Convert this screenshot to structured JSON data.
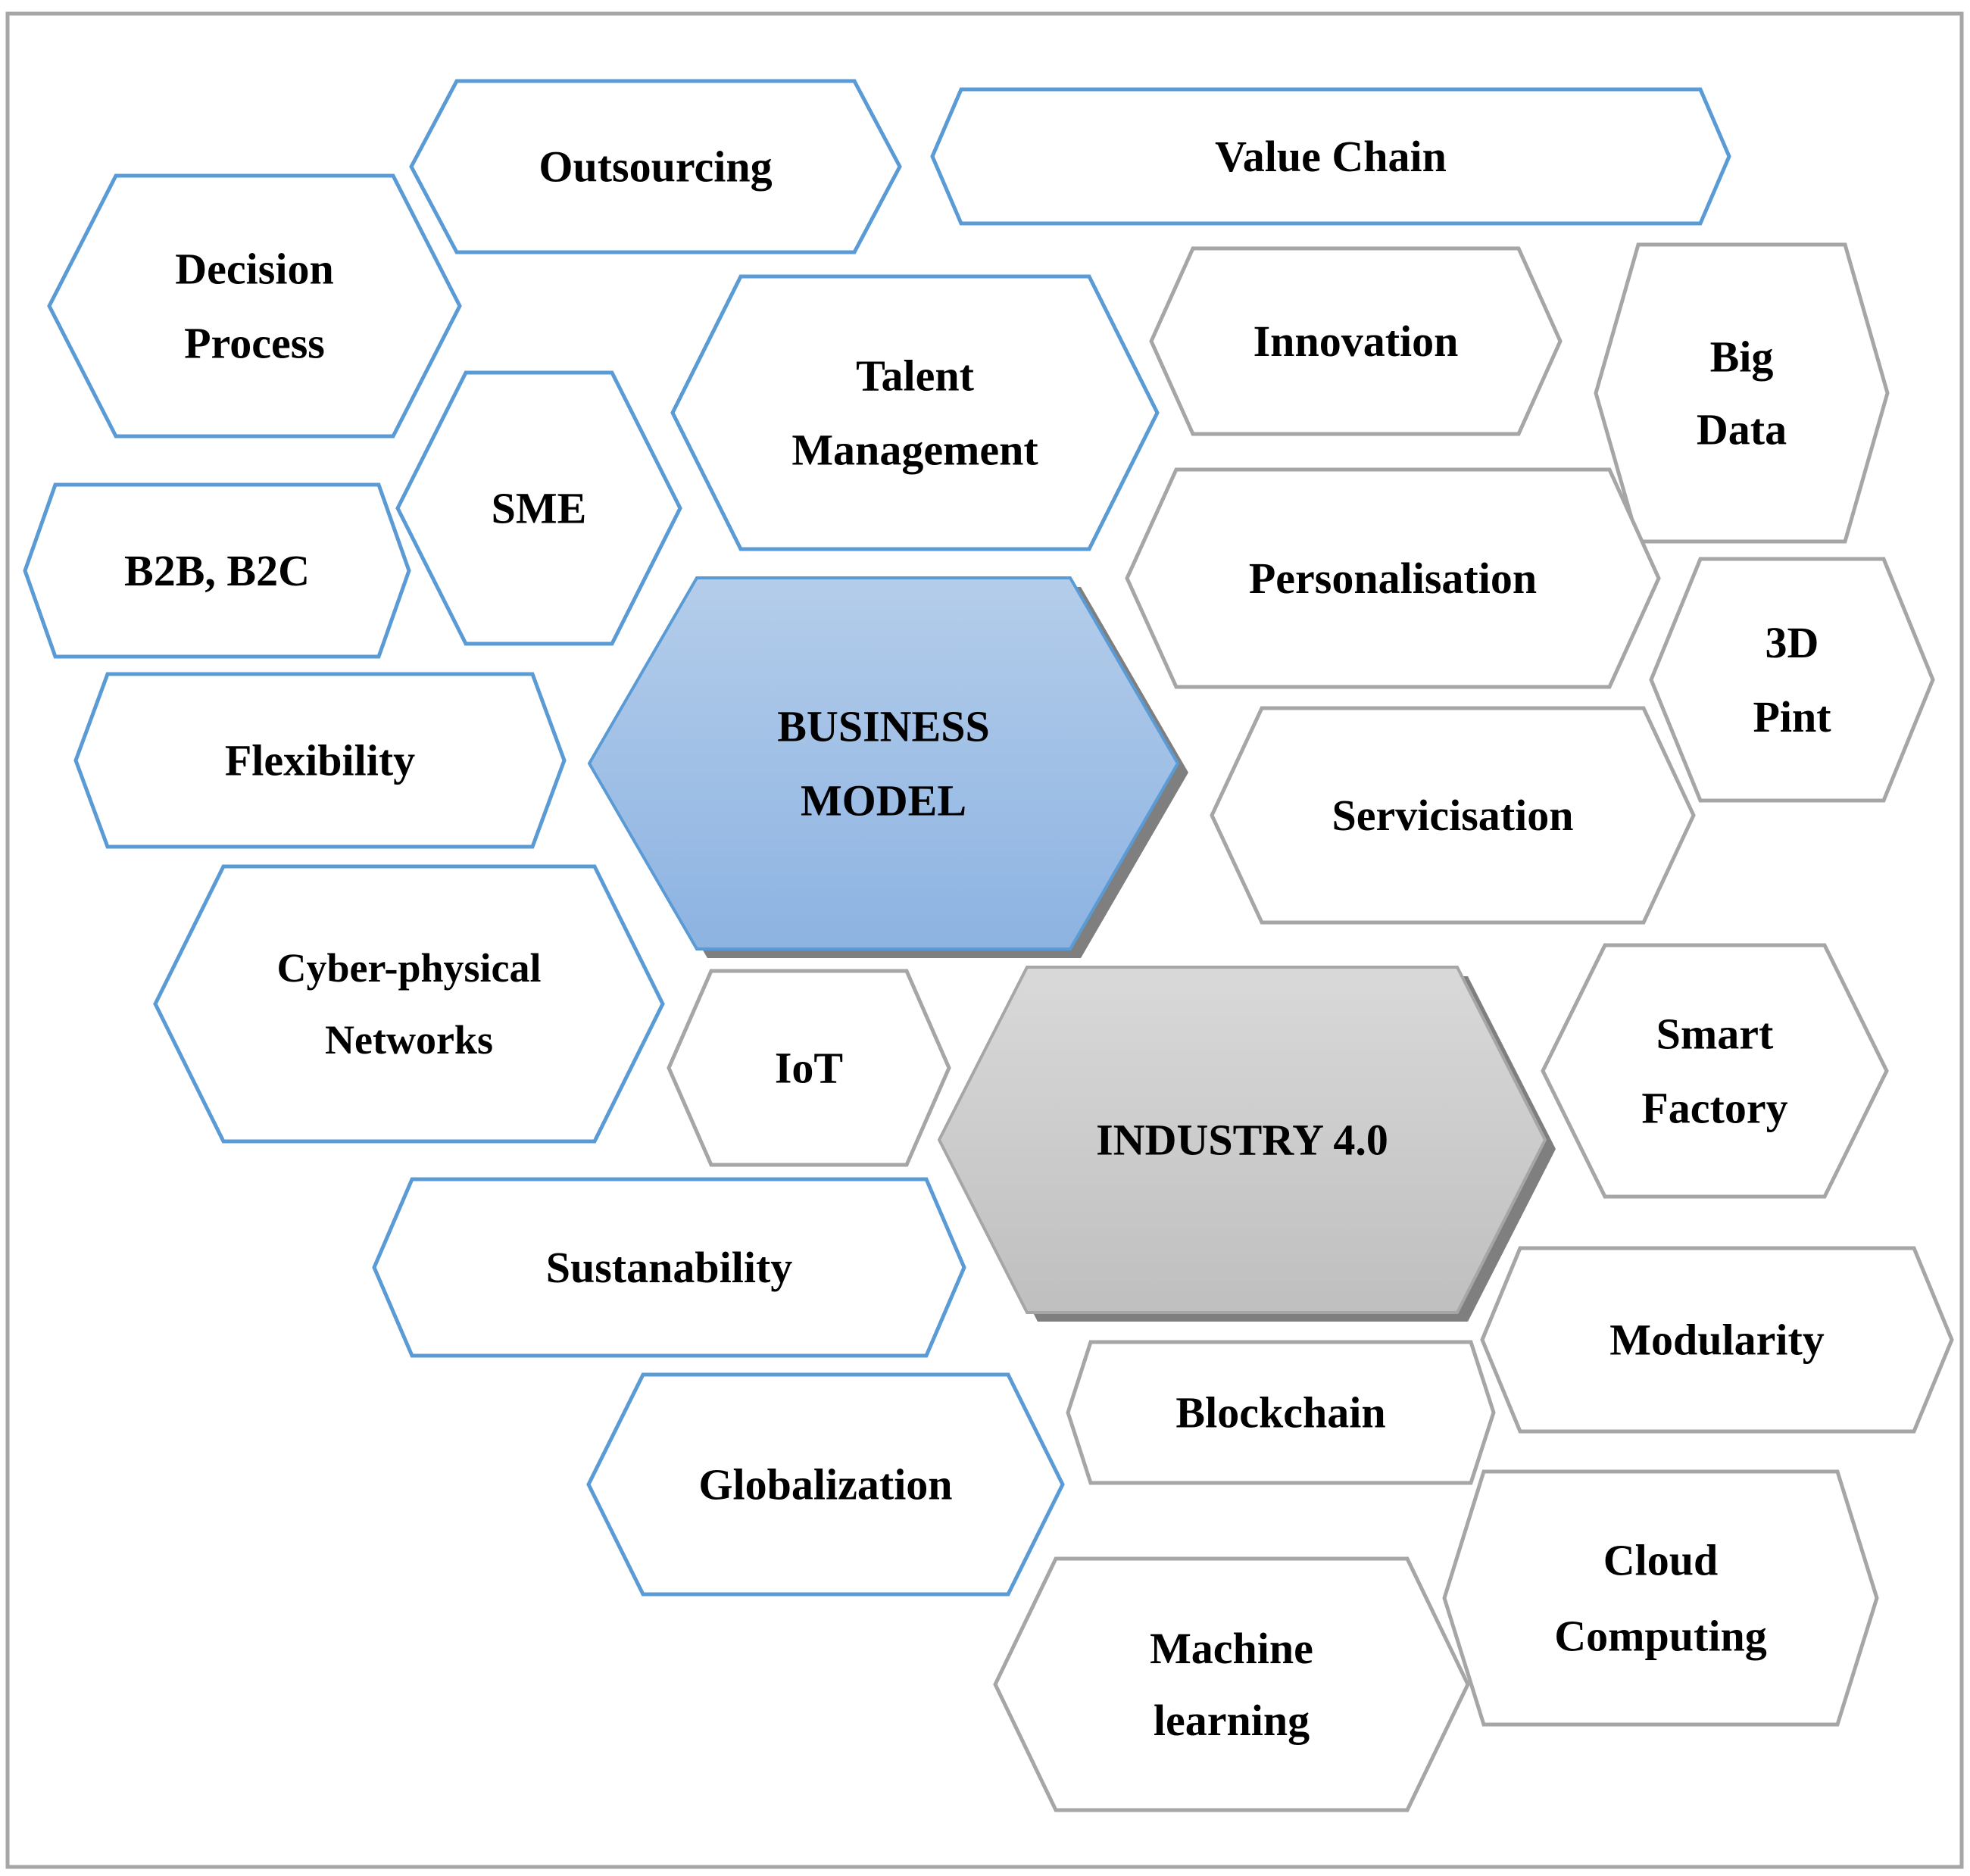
{
  "diagram": {
    "colors": {
      "frame_border": "#a6a6a6",
      "blue_outline": "#5b9bd5",
      "gray_outline": "#a6a6a6",
      "business_model_fill_top": "#b4cdea",
      "business_model_fill_bottom": "#8db3e2",
      "industry_fill_top": "#d9d9d9",
      "industry_fill_bottom": "#bfbfbf",
      "shadow": "#7f7f7f",
      "text": "#000000"
    },
    "core_concepts": [
      {
        "id": "business-model",
        "lines": [
          "BUSINESS",
          "MODEL"
        ]
      },
      {
        "id": "industry-4-0",
        "lines": [
          "INDUSTRY 4.0"
        ]
      }
    ],
    "business_model_topics": [
      {
        "id": "outsourcing",
        "lines": [
          "Outsourcing"
        ]
      },
      {
        "id": "value-chain",
        "lines": [
          "Value Chain"
        ]
      },
      {
        "id": "decision-process",
        "lines": [
          "Decision",
          "Process"
        ]
      },
      {
        "id": "talent-management",
        "lines": [
          "Talent",
          "Management"
        ]
      },
      {
        "id": "sme",
        "lines": [
          "SME"
        ]
      },
      {
        "id": "b2b-b2c",
        "lines": [
          "B2B, B2C"
        ]
      },
      {
        "id": "flexibility",
        "lines": [
          "Flexibility"
        ]
      },
      {
        "id": "cyber-physical-networks",
        "lines": [
          "Cyber-physical",
          "Networks"
        ]
      },
      {
        "id": "sustanability",
        "lines": [
          "Sustanability"
        ]
      },
      {
        "id": "globalization",
        "lines": [
          "Globalization"
        ]
      }
    ],
    "industry_topics": [
      {
        "id": "innovation",
        "lines": [
          "Innovation"
        ]
      },
      {
        "id": "big-data",
        "lines": [
          "Big",
          "Data"
        ]
      },
      {
        "id": "personalisation",
        "lines": [
          "Personalisation"
        ]
      },
      {
        "id": "3d-pint",
        "lines": [
          "3D",
          "Pint"
        ]
      },
      {
        "id": "servicisation",
        "lines": [
          "Servicisation"
        ]
      },
      {
        "id": "iot",
        "lines": [
          "IoT"
        ]
      },
      {
        "id": "smart-factory",
        "lines": [
          "Smart",
          "Factory"
        ]
      },
      {
        "id": "modularity",
        "lines": [
          "Modularity"
        ]
      },
      {
        "id": "blockchain",
        "lines": [
          "Blockchain"
        ]
      },
      {
        "id": "cloud-computing",
        "lines": [
          "Cloud",
          "Computing"
        ]
      },
      {
        "id": "machine-learning",
        "lines": [
          "Machine",
          "learning"
        ]
      }
    ]
  }
}
